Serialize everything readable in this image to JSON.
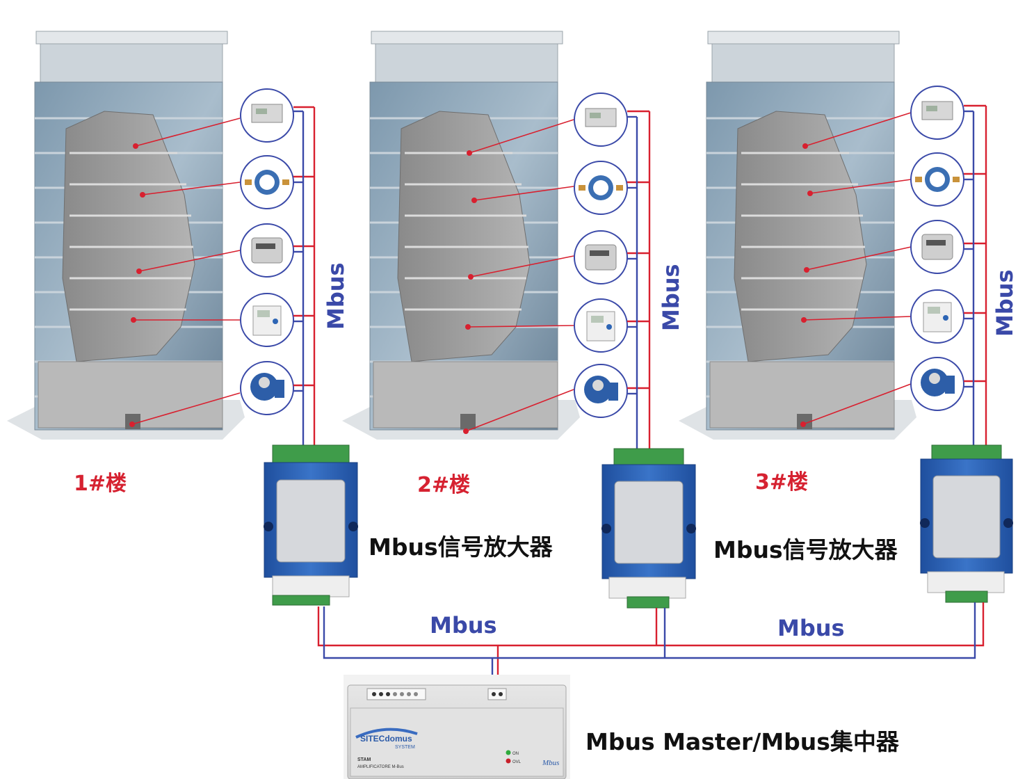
{
  "buildings": [
    {
      "label": "1#楼"
    },
    {
      "label": "2#楼"
    },
    {
      "label": "3#楼"
    }
  ],
  "meters": [
    "heat-meter",
    "water-meter",
    "gas-meter",
    "electricity-meter",
    "flow-meter"
  ],
  "bus_vertical_label": "Mbus",
  "bus_horizontal_labels": [
    "Mbus",
    "Mbus"
  ],
  "amplifier_labels": [
    "Mbus信号放大器",
    "Mbus信号放大器"
  ],
  "master": {
    "label": "Mbus Master/Mbus集中器",
    "brand": "SITECdomus",
    "brand_sub": "SYSTEM",
    "model": "STAM",
    "model_sub": "AMPLIFICATORE M-Bus",
    "led_on": "ON",
    "led_ovl": "OVL",
    "corner_logo": "Mbus"
  },
  "colors": {
    "red_wire": "#d8202f",
    "blue_wire": "#3a49a8",
    "label_red": "#d62231",
    "amplifier_blue": "#2f63b8",
    "terminal_green": "#3f9c4a"
  }
}
